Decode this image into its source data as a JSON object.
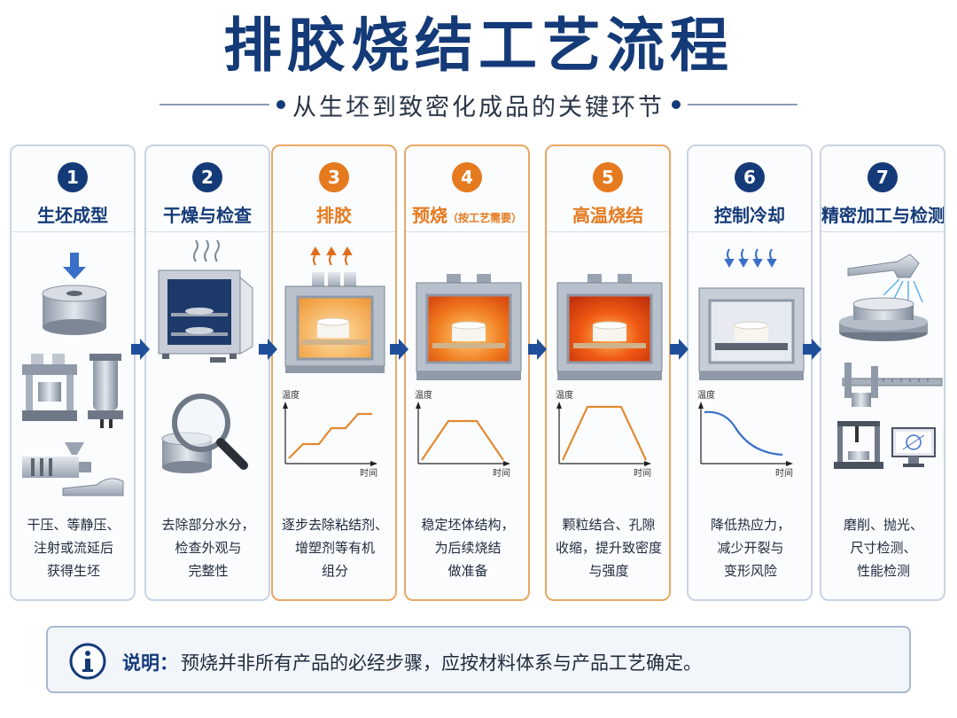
{
  "title": "排胶烧结工艺流程",
  "subtitle": "从生坯到致密化成品的关键环节",
  "steps": [
    {
      "num": "1",
      "title": "生坯成型",
      "title_note": "",
      "desc": [
        "干压、等静压、",
        "注射或流延后",
        "获得生坯"
      ]
    },
    {
      "num": "2",
      "title": "干燥与检查",
      "title_note": "",
      "desc": [
        "去除部分水分，",
        "检查外观与",
        "完整性"
      ]
    },
    {
      "num": "3",
      "title": "排胶",
      "title_note": "",
      "desc": [
        "逐步去除粘结剂、",
        "增塑剂等有机",
        "组分"
      ]
    },
    {
      "num": "4",
      "title": "预烧",
      "title_note": "（按工艺需要）",
      "desc": [
        "稳定坯体结构，",
        "为后续烧结",
        "做准备"
      ]
    },
    {
      "num": "5",
      "title": "高温烧结",
      "title_note": "",
      "desc": [
        "颗粒结合、孔隙",
        "收缩，提升致密度",
        "与强度"
      ]
    },
    {
      "num": "6",
      "title": "控制冷却",
      "title_note": "",
      "desc": [
        "降低热应力，",
        "减少开裂与",
        "变形风险"
      ]
    },
    {
      "num": "7",
      "title": "精密加工与检测",
      "title_note": "",
      "desc": [
        "磨削、抛光、",
        "尺寸检测、",
        "性能检测"
      ]
    }
  ],
  "axis": {
    "y": "温度",
    "x": "时间"
  },
  "note": {
    "label": "说明：",
    "text": "预烧并非所有产品的必经步骤，应按材料体系与产品工艺确定。"
  },
  "colors": {
    "navy": "#143a78",
    "orange": "#e57a1f",
    "card_border": "#c9d4e3",
    "highlight_border": "#e9a865"
  },
  "icons": [
    "arrow-down-icon",
    "steam-icon",
    "heat-up-icon",
    "cool-down-icon",
    "info-icon",
    "next-arrow-icon"
  ]
}
